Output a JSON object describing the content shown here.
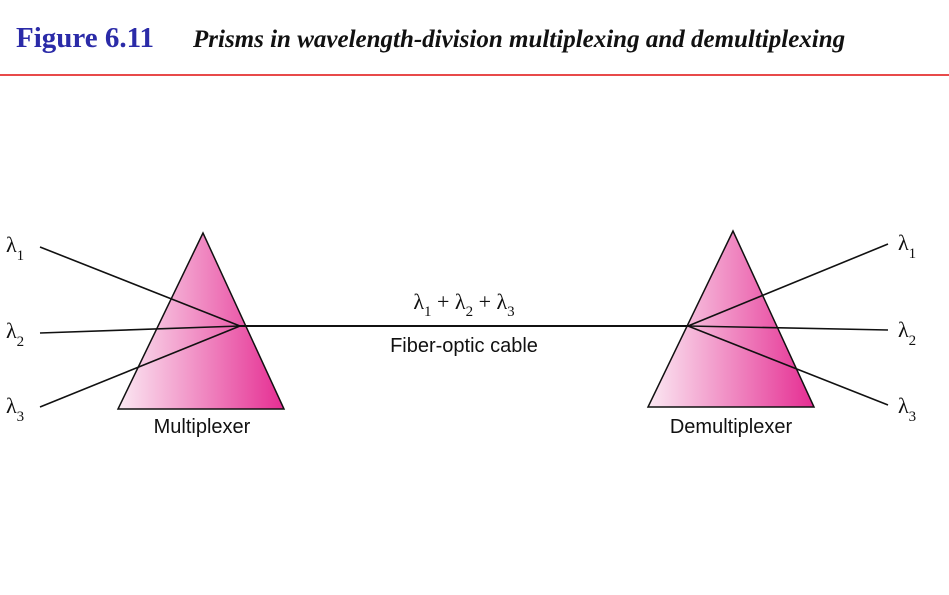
{
  "figure": {
    "number": "Figure 6.11",
    "title": "Prisms in wavelength-division multiplexing and demultiplexing"
  },
  "colors": {
    "title_blue": "#2b2ba8",
    "rule_red": "#e84a4a",
    "prism_pink": "#e8349a"
  },
  "symbol": "λ",
  "inputs": [
    {
      "name": "λ",
      "sub": "1"
    },
    {
      "name": "λ",
      "sub": "2"
    },
    {
      "name": "λ",
      "sub": "3"
    }
  ],
  "outputs": [
    {
      "name": "λ",
      "sub": "1"
    },
    {
      "name": "λ",
      "sub": "2"
    },
    {
      "name": "λ",
      "sub": "3"
    }
  ],
  "cable": {
    "combined": {
      "parts": [
        "λ",
        "1",
        " + ",
        "λ",
        "2",
        " + ",
        "λ",
        "3"
      ]
    },
    "label": "Fiber-optic cable"
  },
  "multiplexer": {
    "label": "Multiplexer"
  },
  "demultiplexer": {
    "label": "Demultiplexer"
  }
}
